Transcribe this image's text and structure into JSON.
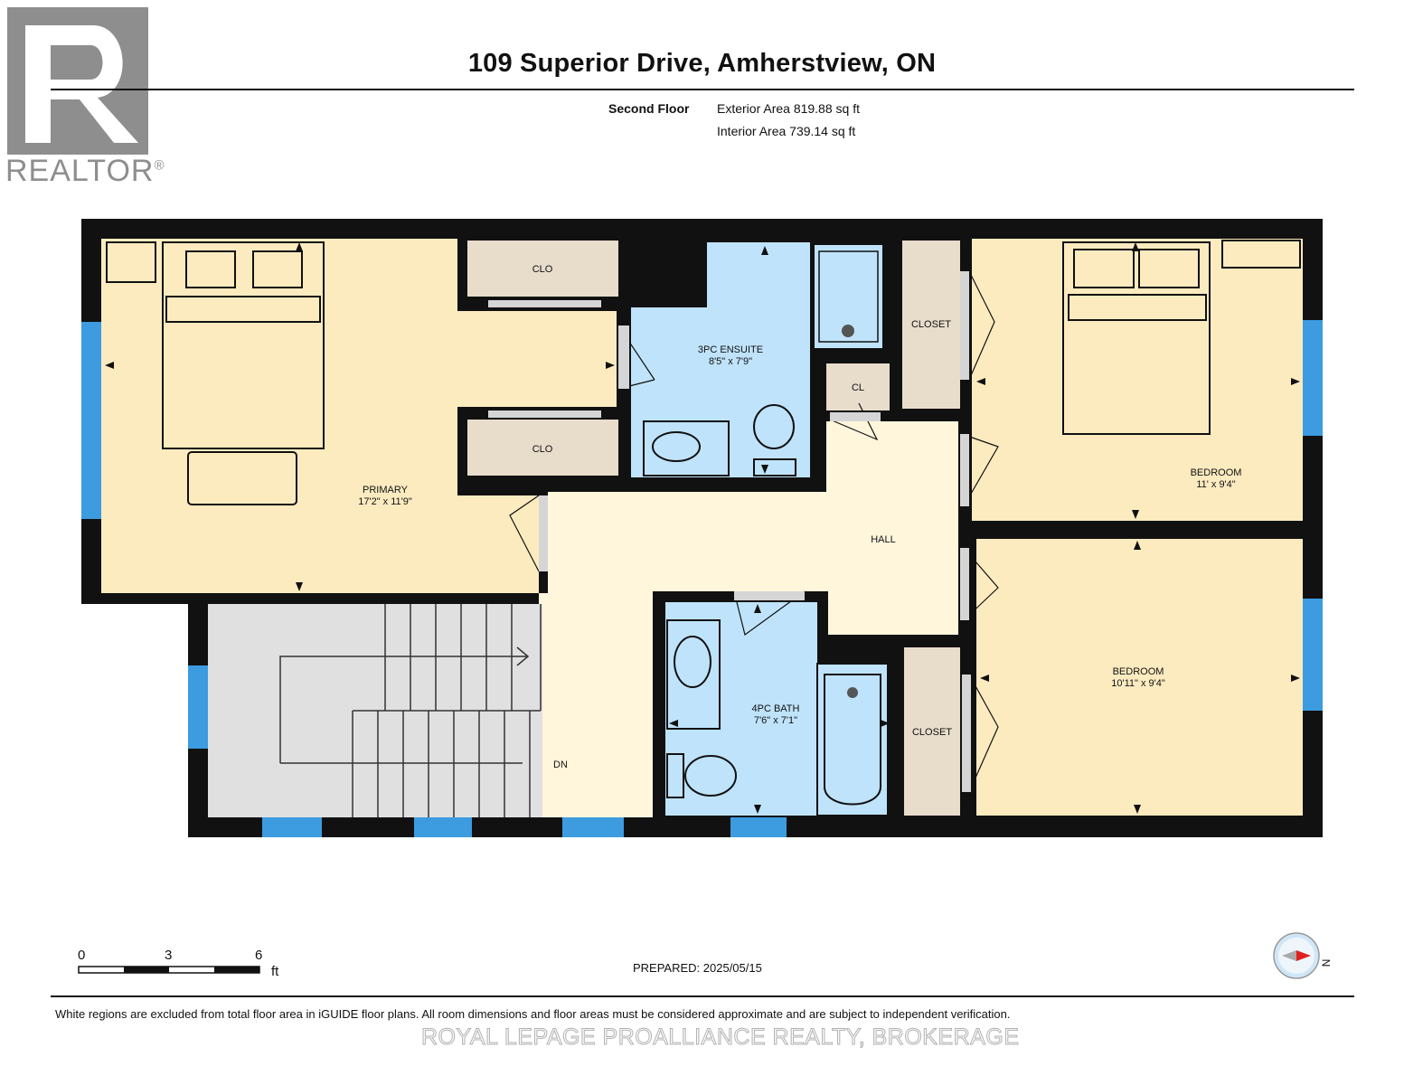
{
  "logo": {
    "text": "REALTOR",
    "mark": "®"
  },
  "header": {
    "title": "109 Superior Drive, Amherstview, ON",
    "floor_name": "Second Floor",
    "exterior_area": "Exterior Area 819.88 sq ft",
    "interior_area": "Interior Area 739.14 sq ft"
  },
  "rooms": [
    {
      "id": "primary",
      "name": "PRIMARY",
      "dims": "17'2\" x 11'9\""
    },
    {
      "id": "clo-top",
      "name": "CLO"
    },
    {
      "id": "clo-bottom",
      "name": "CLO"
    },
    {
      "id": "ensuite",
      "name": "3PC ENSUITE",
      "dims": "8'5\" x 7'9\""
    },
    {
      "id": "cl",
      "name": "CL"
    },
    {
      "id": "closet-top",
      "name": "CLOSET"
    },
    {
      "id": "bedroom-top",
      "name": "BEDROOM",
      "dims": "11' x 9'4\""
    },
    {
      "id": "hall",
      "name": "HALL"
    },
    {
      "id": "bedroom-bottom",
      "name": "BEDROOM",
      "dims": "10'11\" x 9'4\""
    },
    {
      "id": "bath",
      "name": "4PC BATH",
      "dims": "7'6\" x 7'1\""
    },
    {
      "id": "closet-bottom",
      "name": "CLOSET"
    },
    {
      "id": "stairs",
      "name": "DN"
    }
  ],
  "scale": {
    "ticks": [
      "0",
      "3",
      "6"
    ],
    "unit": "ft"
  },
  "prepared": "PREPARED: 2025/05/15",
  "compass": {
    "label": "N",
    "icon": "compass-icon"
  },
  "footer": {
    "note": "White regions are excluded from total floor area in iGUIDE floor plans. All room dimensions and floor areas must be considered approximate and are subject to independent verification.",
    "brokerage": "ROYAL LEPAGE PROALLIANCE REALTY, BROKERAGE"
  },
  "colors": {
    "wall": "#111111",
    "bedroom_fill": "#fdebc0",
    "hall_fill": "#fff6dc",
    "bath_fill": "#bfe3fa",
    "closet_fill": "#e8dccb",
    "stairs_fill": "#e0e0e0",
    "window": "#3d9be0",
    "compass_red": "#e02020"
  }
}
